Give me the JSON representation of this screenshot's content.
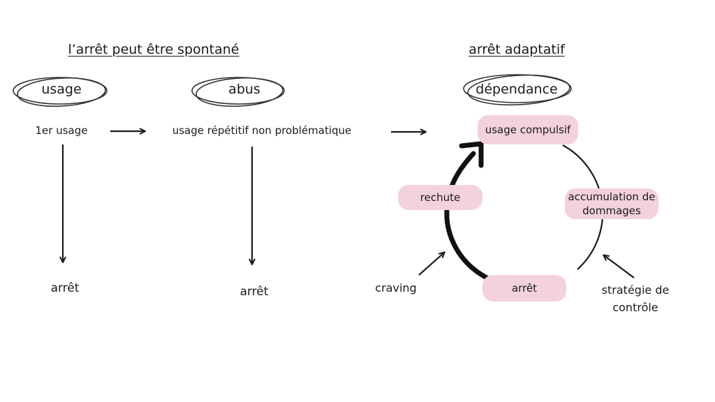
{
  "headings": {
    "left": "l’arrêt peut être spontané",
    "right": "arrêt adaptatif"
  },
  "stages": {
    "usage": "usage",
    "abus": "abus",
    "dependance": "dépendance"
  },
  "flow": {
    "first_use": "1er usage",
    "repeated_use": "usage répétitif non problématique"
  },
  "stops": {
    "after_first_use": "arrêt",
    "after_repeated_use": "arrêt"
  },
  "cycle": {
    "compulsive_use": "usage compulsif",
    "damage": "accumulation de dommages",
    "stop": "arrêt",
    "relapse": "rechute"
  },
  "factors": {
    "craving": "craving",
    "control": "stratégie de contrôle"
  },
  "colors": {
    "pill": "#f3d2dc",
    "ink": "#1a1a1a"
  }
}
